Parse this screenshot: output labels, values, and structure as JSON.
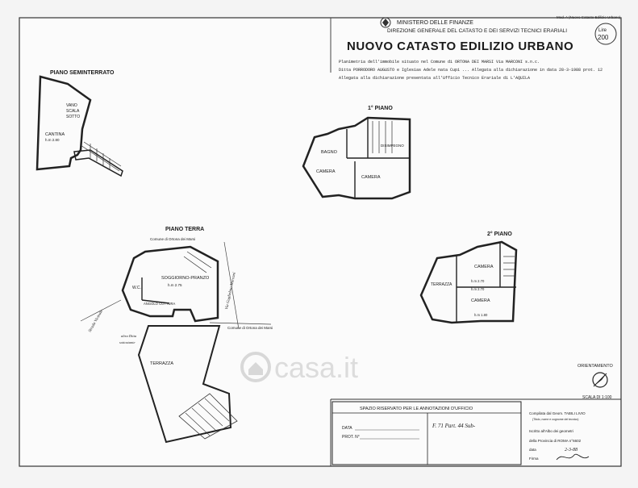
{
  "header": {
    "ministry": "MINISTERO DELLE FINANZE",
    "direction": "DIREZIONE GENERALE DEL CATASTO E DEI SERVIZI TECNICI ERARIALI",
    "title": "NUOVO CATASTO EDILIZIO URBANO",
    "model_note": "Mod. A (Nuovo Catasto Edilizio Urbano)",
    "price_word": "Lire",
    "price_value": "200",
    "line1": "Planimetria dell'immobile situato nel Comune di ORTONA DEI MARSI  Via MARCONI s.n.c.",
    "line2": "Ditta PORRODORO AUGUSTO e Iglesias Adele nata Cupi ... Allegata alla dichiarazione in data 28-3-1988 prot. 12",
    "line3": "Allegata alla dichiarazione presentata all'Ufficio Tecnico Erariale di L'AQUILA"
  },
  "plans": {
    "seminterrato": {
      "title": "PIANO SEMINTERRATO",
      "room1": "CANTINA",
      "room1_h": "h.m 2.80",
      "room2": "VANO",
      "room2b": "SCALA",
      "room2c": "SOTTO"
    },
    "primo": {
      "title": "1° PIANO",
      "bagno": "BAGNO",
      "disimpegno": "DISIMPEGNO",
      "camera1": "CAMERA",
      "camera2": "CAMERA"
    },
    "terra": {
      "title": "PIANO TERRA",
      "subtitle": "Comune di Ortona dei Marsi",
      "room": "SOGGIORNO-PRANZO",
      "room_h": "h.m 2.75",
      "wc": "W.C.",
      "cucina": "ANGOLO COTTURA",
      "terrazza": "TERRAZZA",
      "road": "Strada Vicinale",
      "via": "Via Guglielmo Marconi",
      "altra": "altra Ditta",
      "altra2": "sottostante",
      "comune2": "Comune di Ortona dei Marsi"
    },
    "secondo": {
      "title": "2° PIANO",
      "camera1": "CAMERA",
      "camera2": "CAMERA",
      "terrazza": "TERRAZZA",
      "h1": "h.m 2.70",
      "h2": "h.m 2.70",
      "h3": "h.m 1.80"
    }
  },
  "orientation": {
    "label": "ORIENTAMENTO",
    "scale": "SCALA DI 1:100"
  },
  "watermark": "casa.it",
  "office_box": {
    "title": "SPAZIO RISERVATO PER LE ANNOTAZIONI D'UFFICIO",
    "data_label": "DATA",
    "prot_label": "PROT. N°",
    "ref": "F. 71  Part. 44  Sub-"
  },
  "compiler": {
    "line1": "Compilata dal Geom. TABILI LIVIO",
    "line2": "(Titolo, nome e cognome del tecnico)",
    "line3": "Iscritto all'Albo dei geometri",
    "line4": "della Provincia di ROMA n°6602",
    "date_label": "data",
    "date_value": "2-3-88",
    "sign_label": "Firma"
  }
}
